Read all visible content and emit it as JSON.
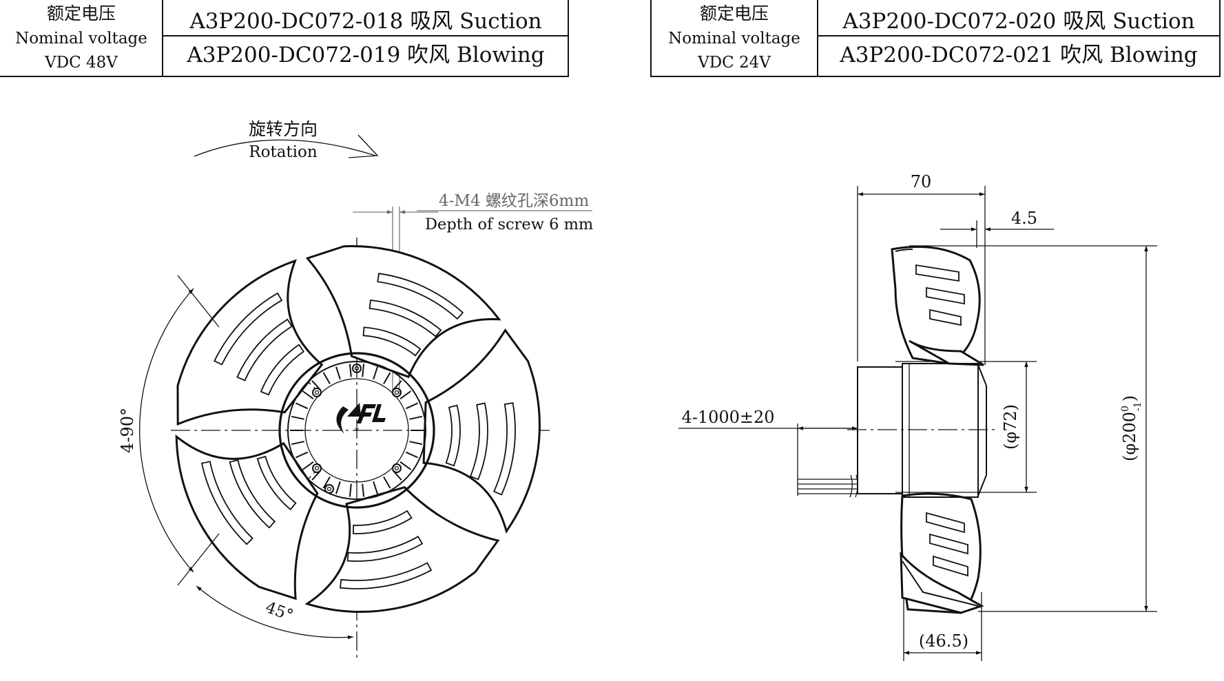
{
  "table_left": {
    "voltage_cn": "额定电压",
    "voltage_en": "Nominal voltage",
    "voltage_value": "VDC 48V",
    "rows": [
      "A3P200-DC072-018 吸风 Suction",
      "A3P200-DC072-019 吹风 Blowing"
    ]
  },
  "table_right": {
    "voltage_cn": "额定电压",
    "voltage_en": "Nominal voltage",
    "voltage_value": "VDC 24V",
    "rows": [
      "A3P200-DC072-020 吸风 Suction",
      "A3P200-DC072-021 吹风 Blowing"
    ]
  },
  "front_view": {
    "rotation_cn": "旋转方向",
    "rotation_en": "Rotation",
    "screw_cn": "4-M4 螺纹孔深6mm",
    "screw_en": "Depth of screw 6 mm",
    "angle_90": "4-90°",
    "angle_45": "45°"
  },
  "side_view": {
    "dim_70": "70",
    "dim_4_5": "4.5",
    "dim_cable": "4-1000±20",
    "dim_72": "(φ72)",
    "dim_200": "(φ200",
    "dim_200_sup": "0",
    "dim_200_sub": "-1",
    "dim_200_close": ")",
    "dim_46_5": "(46.5)"
  }
}
